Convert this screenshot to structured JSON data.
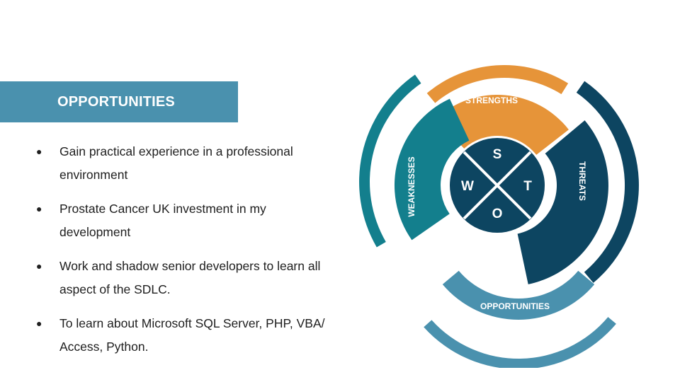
{
  "heading": "OPPORTUNITIES",
  "bullets": [
    "Gain practical experience in a professional environment",
    "Prostate Cancer UK investment in my development",
    "Work and shadow senior developers to learn all aspect of the SDLC.",
    "To learn about Microsoft SQL Server, PHP, VBA/ Access, Python."
  ],
  "bullet_marker": "●",
  "swot": {
    "segments": {
      "strengths": "STRENGTHS",
      "threats": "THREATS",
      "opportunities": "OPPORTUNITIES",
      "weaknesses": "WEAKNESSES"
    },
    "letters": {
      "s": "S",
      "w": "W",
      "t": "T",
      "o": "O"
    },
    "colors": {
      "strengths": "#e69439",
      "threats": "#0d4561",
      "opportunities": "#4a91ae",
      "weaknesses": "#137f8d",
      "center": "#0d4561"
    }
  }
}
